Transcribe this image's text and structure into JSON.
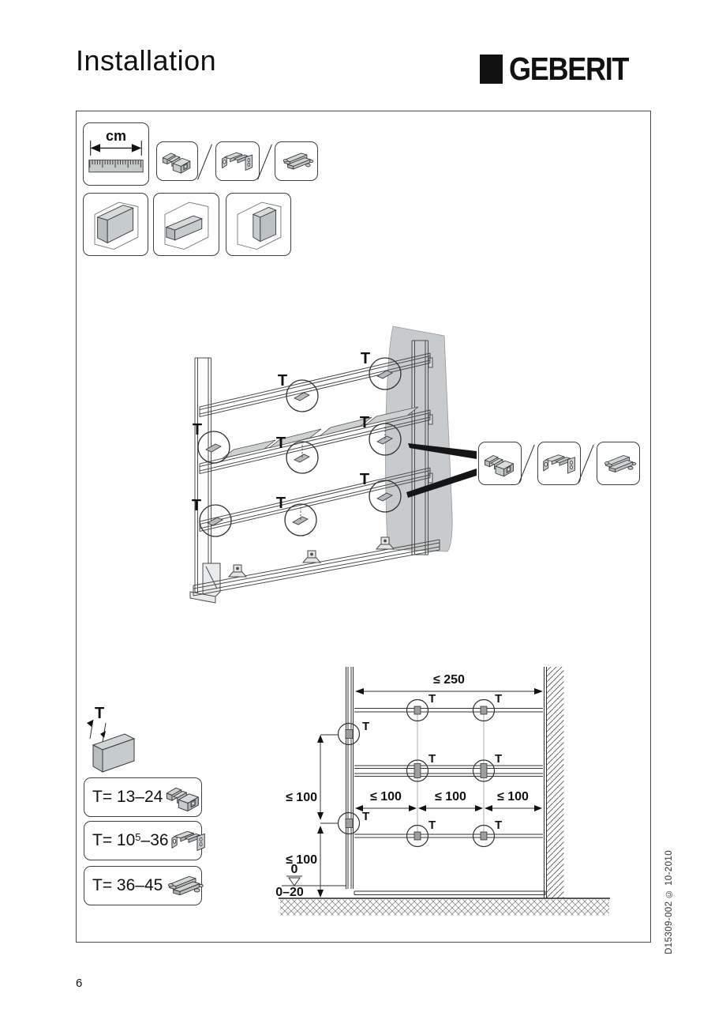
{
  "page": {
    "title": "Installation",
    "page_number": "6",
    "doc_code": "D15309-002 © 10-2010"
  },
  "brand": {
    "name": "GEBERIT"
  },
  "legend": {
    "unit_label": "cm",
    "separator": "/"
  },
  "labels": {
    "t": "T"
  },
  "variants": [
    {
      "label": "T= 13–24"
    },
    {
      "label_prefix": "T= 10",
      "label_sup": "5",
      "label_suffix": "–36"
    },
    {
      "label": "T= 36–45"
    }
  ],
  "dimensions": {
    "width_max": "≤ 250",
    "h_spacings": [
      "≤ 100",
      "≤ 100",
      "≤ 100"
    ],
    "v_upper": "≤ 100",
    "v_lower": "≤ 100",
    "datum": "0",
    "floor_offset": "0–20"
  },
  "icons": {
    "connectors": [
      "square-tube-connector",
      "bracket-connector",
      "rail-profile-connector"
    ],
    "mounting_variants": [
      "panel-in-full-frame",
      "panel-horizontal",
      "panel-vertical"
    ],
    "measure": "cm-ruler"
  },
  "colors": {
    "outline": "#3a3a3a",
    "icon_gray": "#c6cbcd",
    "wall_gray": "#c7cbcd",
    "arrow_black": "#151515"
  }
}
